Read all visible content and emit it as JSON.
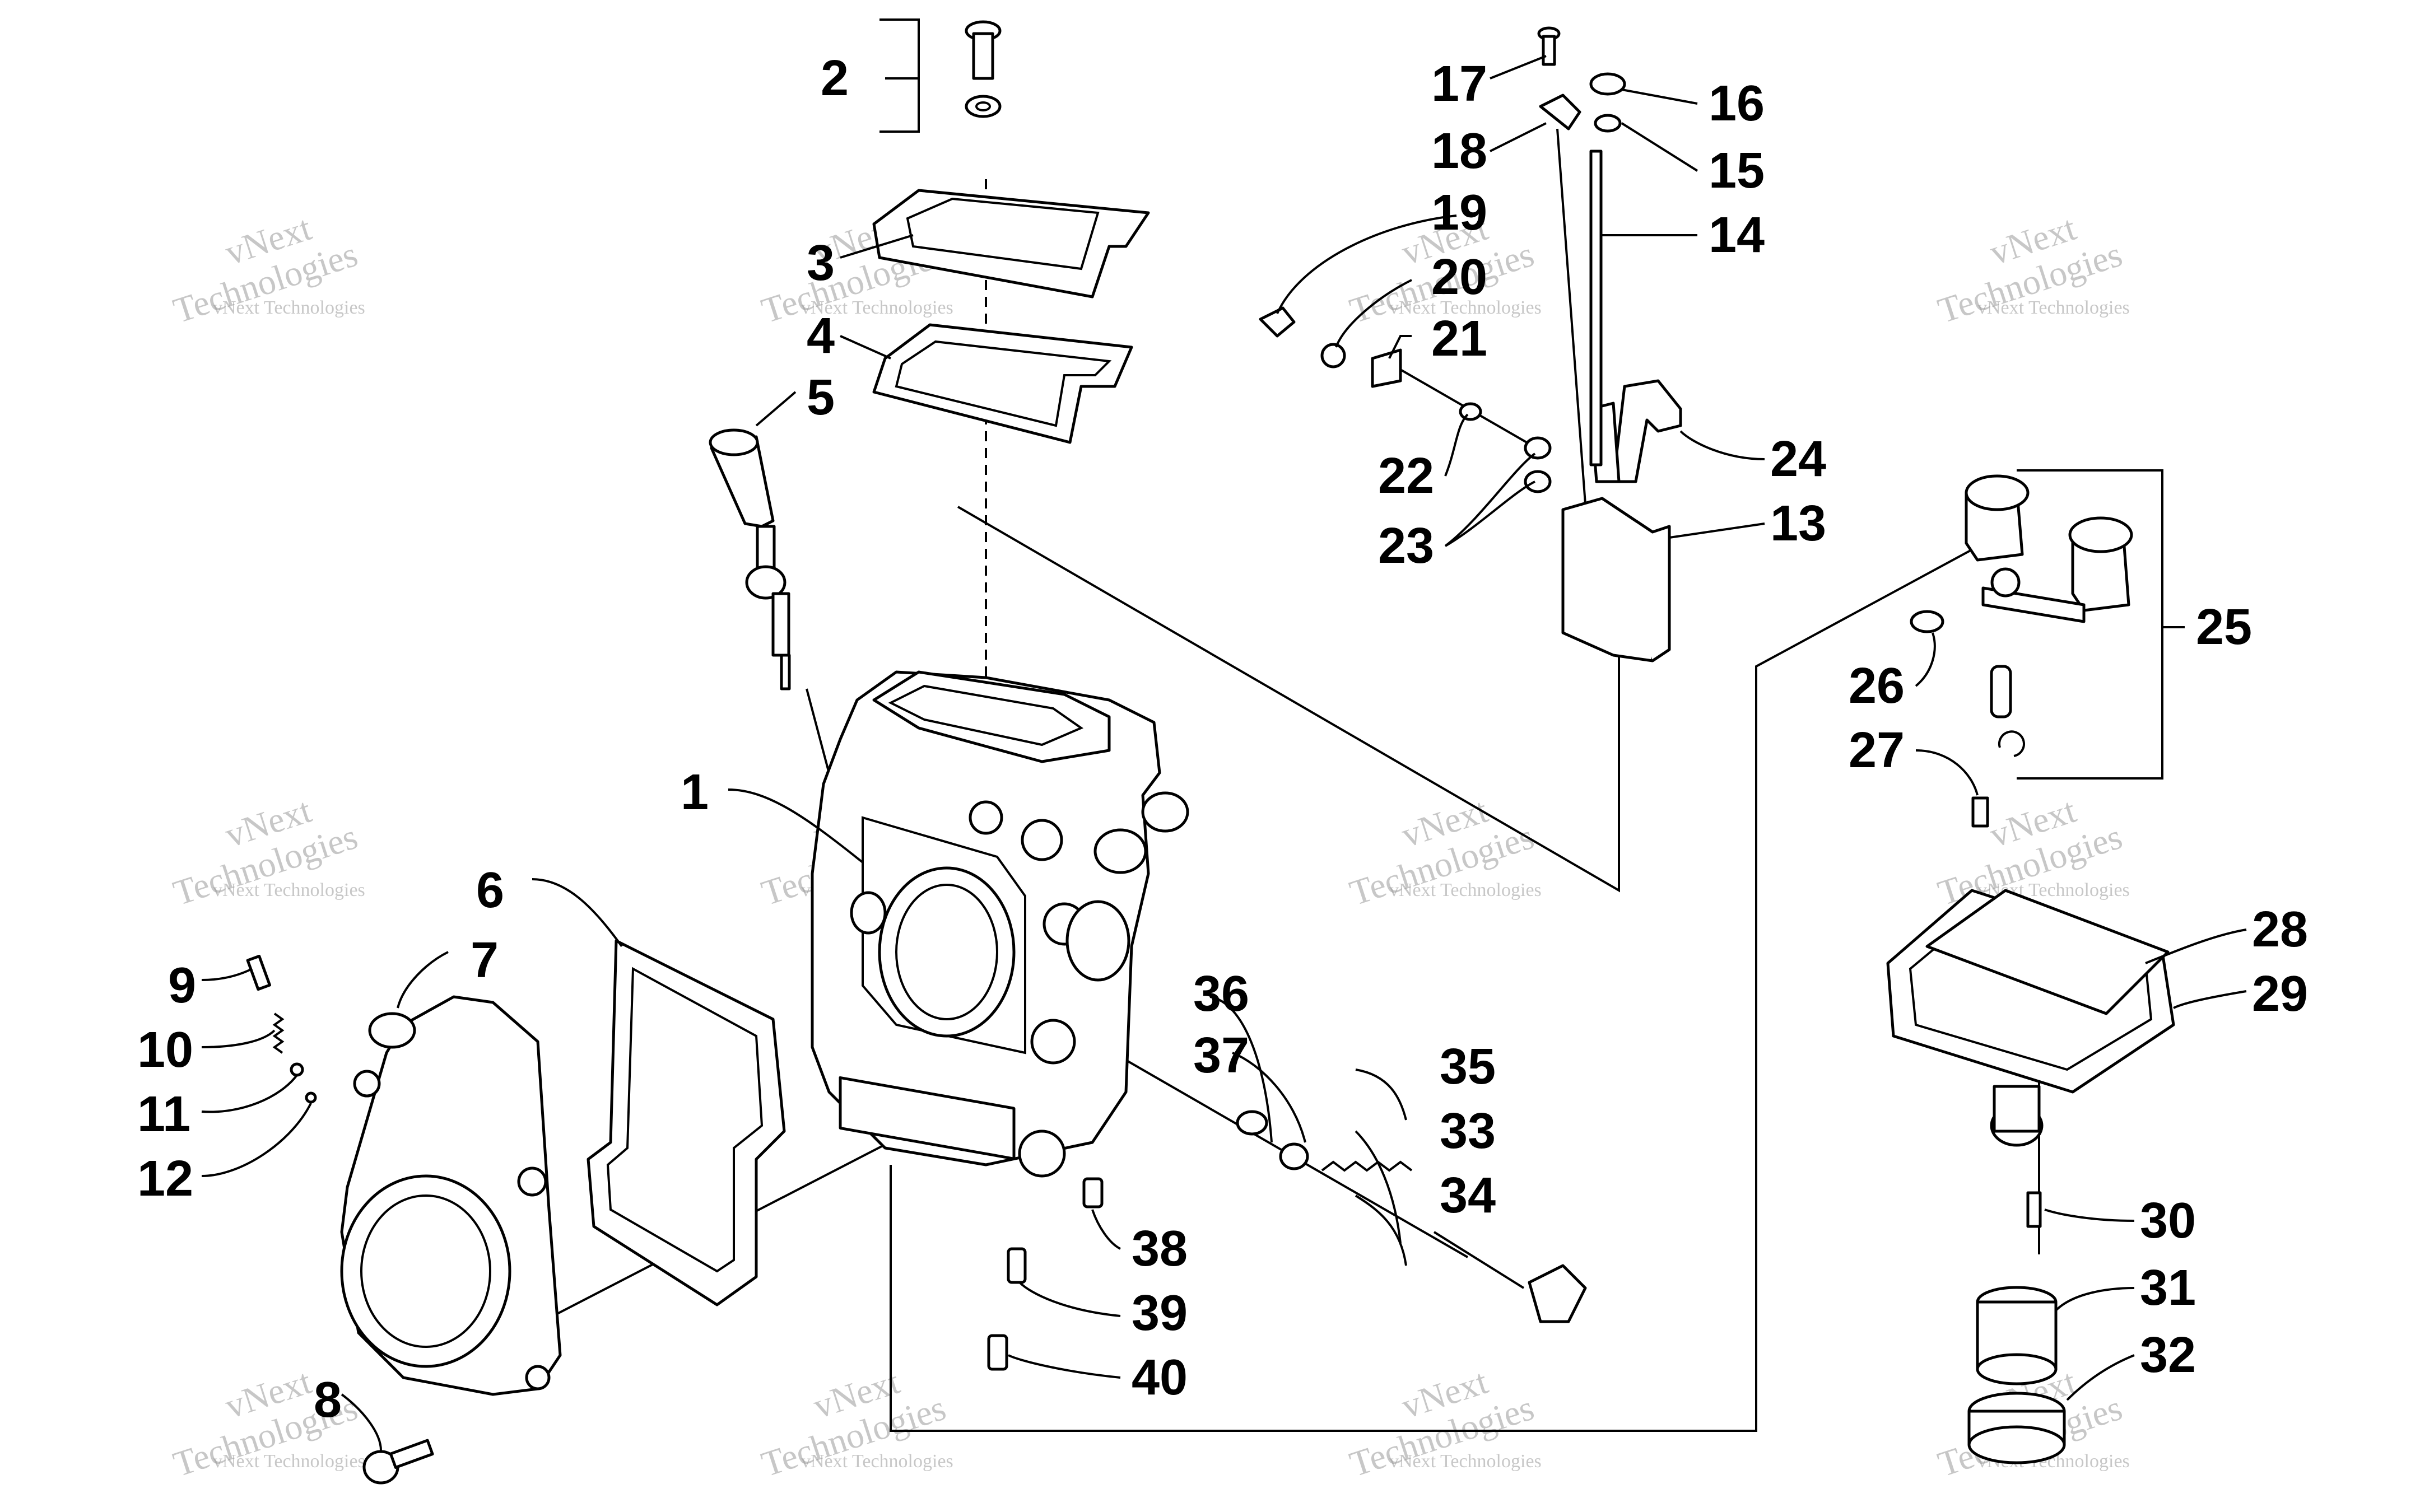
{
  "watermark": {
    "small": "vNext Technologies",
    "big_top": "vNext",
    "big_bottom": "Technologies"
  },
  "callouts": [
    "1",
    "2",
    "3",
    "4",
    "5",
    "6",
    "7",
    "8",
    "9",
    "10",
    "11",
    "12",
    "13",
    "14",
    "15",
    "16",
    "17",
    "18",
    "19",
    "20",
    "21",
    "22",
    "23",
    "24",
    "25",
    "26",
    "27",
    "28",
    "29",
    "30",
    "31",
    "32",
    "33",
    "34",
    "35",
    "36",
    "37",
    "38",
    "39",
    "40"
  ]
}
